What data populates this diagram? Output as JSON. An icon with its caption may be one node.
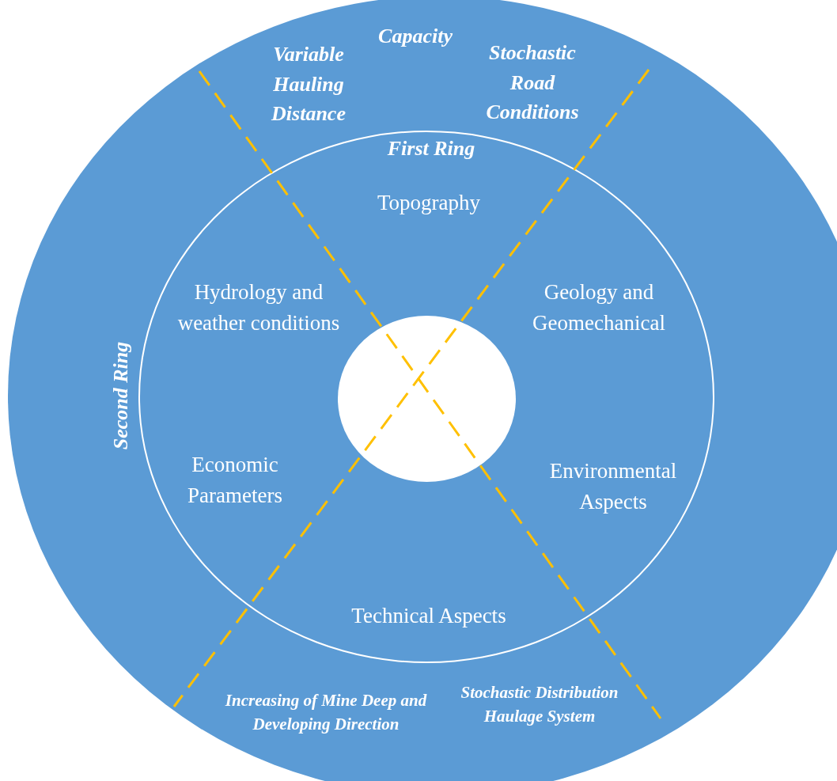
{
  "diagram": {
    "nodes": [
      {
        "text": [
          "Variable Hauling Distance",
          "Capacity",
          "Stochastic Road Conditions",
          "Second Ring",
          "Increasing of Mine Deep and Developing Direction",
          "Stochastic Distribution Haulage System"
        ]
      },
      {
        "text": [
          "First Ring",
          "Topography",
          "Hydrology and weather conditions",
          "Geology and Geomechanical",
          "Economic Parameters",
          "Environmental Aspects",
          "Technical Aspects"
        ],
        "in": 0
      },
      {
        "text": [],
        "shape": "circle",
        "in": 1
      }
    ]
  }
}
